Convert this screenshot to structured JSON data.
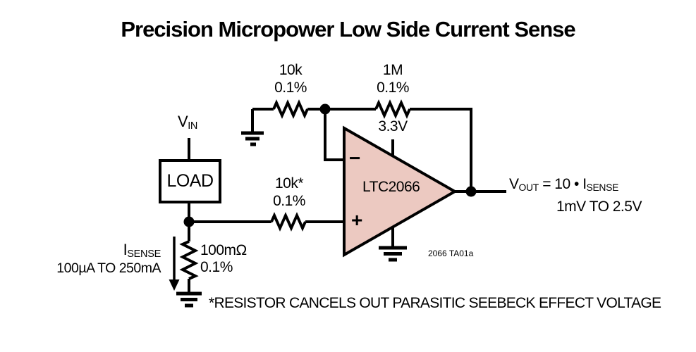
{
  "title": "Precision Micropower Low Side Current Sense",
  "schematic": {
    "resistors": {
      "r1": {
        "value": "10k",
        "tolerance": "0.1%"
      },
      "r2": {
        "value": "1M",
        "tolerance": "0.1%"
      },
      "r3": {
        "value": "10k*",
        "tolerance": "0.1%"
      },
      "rsense": {
        "value": "100mΩ",
        "tolerance": "0.1%"
      }
    },
    "load_label": "LOAD",
    "opamp": {
      "part": "LTC2066",
      "supply_voltage": "3.3V",
      "inverting_input_sign": "−",
      "noninverting_input_sign": "+"
    },
    "vin": {
      "symbol": "V",
      "subscript": "IN"
    },
    "isense": {
      "symbol": "I",
      "subscript": "SENSE",
      "range": "100µA TO 250mA"
    },
    "vout": {
      "symbol": "V",
      "subscript": "OUT",
      "equals": " = 10 • ",
      "current_symbol": "I",
      "current_subscript": "SENSE",
      "range": "1mV TO 2.5V"
    },
    "figure_id": "2066 TA01a"
  },
  "footnote": "*RESISTOR CANCELS OUT PARASITIC SEEBECK EFFECT VOLTAGE",
  "colors": {
    "opamp_fill": "#ecc9c1",
    "stroke": "#000000",
    "background": "#ffffff"
  }
}
